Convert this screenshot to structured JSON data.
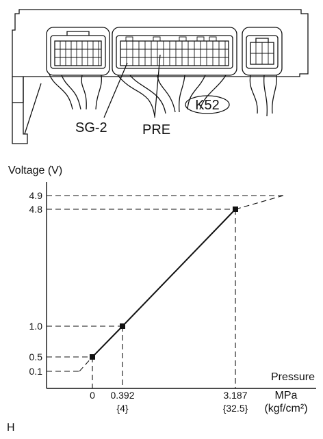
{
  "connector": {
    "labels": {
      "sg2": "SG-2",
      "pre": "PRE",
      "connector_id": "K52"
    }
  },
  "chart_data": {
    "type": "line",
    "ylabel": "Voltage (V)",
    "xlabel": "Pressure",
    "x_unit_primary": "MPa",
    "x_unit_secondary": "(kgf/cm²)",
    "y_ticks": [
      {
        "value": 0.1,
        "label": "0.1"
      },
      {
        "value": 0.5,
        "label": "0.5"
      },
      {
        "value": 1.0,
        "label": "1.0"
      },
      {
        "value": 4.8,
        "label": "4.8"
      },
      {
        "value": 4.9,
        "label": "4.9"
      }
    ],
    "x_ticks": [
      {
        "value": 0,
        "label": "0",
        "sub": ""
      },
      {
        "value": 0.392,
        "label": "0.392",
        "sub": "{4}"
      },
      {
        "value": 3.187,
        "label": "3.187",
        "sub": "{32.5}"
      }
    ],
    "points": [
      {
        "x": 0,
        "y": 0.5
      },
      {
        "x": 0.392,
        "y": 1.0
      },
      {
        "x": 3.187,
        "y": 4.8
      }
    ],
    "extrapolation": [
      {
        "x": -0.15,
        "y": 0.1
      },
      {
        "x": 0,
        "y": 0.5
      },
      {
        "x": 3.187,
        "y": 4.8
      },
      {
        "x": 3.3,
        "y": 4.9
      }
    ],
    "grid": false
  },
  "footer": {
    "letter": "H"
  }
}
